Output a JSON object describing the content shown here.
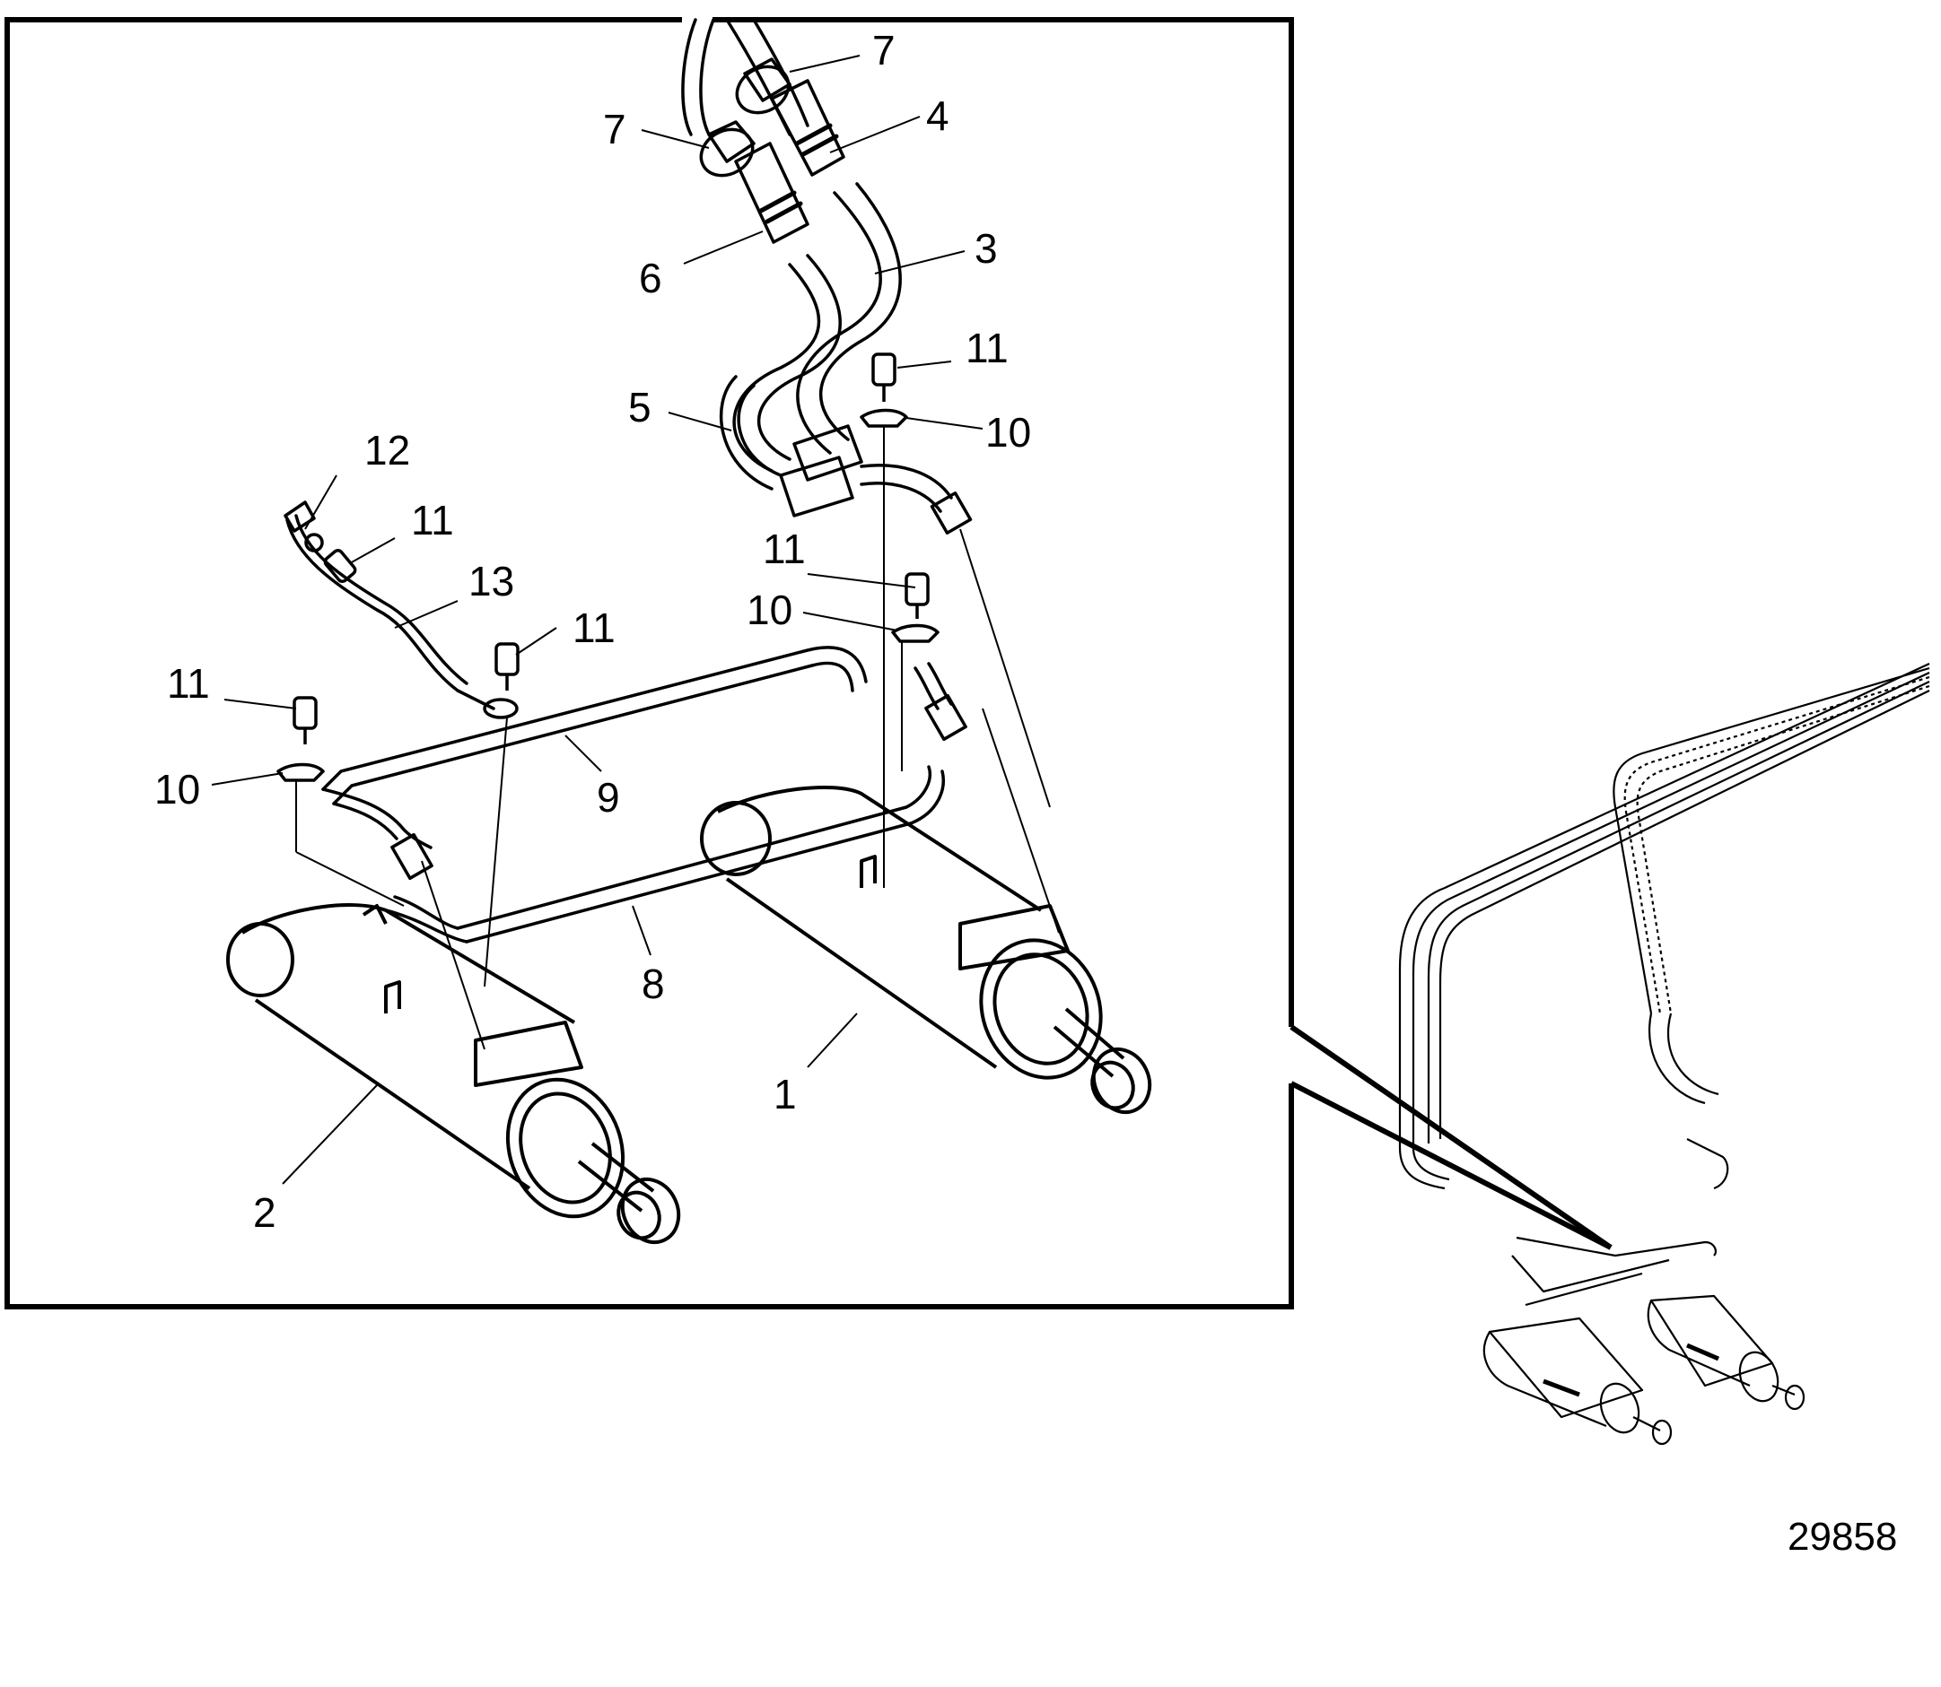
{
  "diagram": {
    "figure_number": "29858",
    "callouts": [
      "1",
      "2",
      "3",
      "4",
      "5",
      "6",
      "7",
      "8",
      "9",
      "10",
      "11",
      "12",
      "13"
    ]
  }
}
